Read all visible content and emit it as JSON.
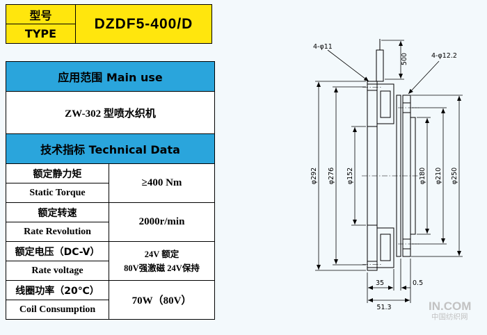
{
  "colors": {
    "yellow": "#ffe60d",
    "blue": "#2aa5dc",
    "border": "#000000",
    "watermark": "#c2c2c2",
    "background": "#f3f9fc"
  },
  "model_table": {
    "label_cn": "型号",
    "label_en": "TYPE",
    "value": "DZDF5-400/D"
  },
  "main_use": {
    "header": "应用范围  Main use",
    "value": "ZW-302 型喷水织机"
  },
  "technical": {
    "header": "技术指标  Technical Data",
    "rows": [
      {
        "cn": "额定静力矩",
        "en": "Static Torque",
        "value": "≥400 Nm"
      },
      {
        "cn": "额定转速",
        "en": "Rate Revolution",
        "value": "2000r/min"
      },
      {
        "cn": "额定电压（DC-V）",
        "en": "Rate voltage",
        "value": "24V 额定",
        "value2": "80V强激磁  24V保持"
      },
      {
        "cn": "线圈功率（20℃）",
        "en": "Coil Consumption",
        "value": "70W（80V）"
      }
    ]
  },
  "drawing": {
    "label_holes_left": "4-φ11",
    "label_lead": "500",
    "label_holes_right": "4-φ12.2",
    "label_dia_292": "φ292",
    "label_dia_276": "φ276",
    "label_dia_152": "φ152",
    "label_dia_180": "φ180",
    "label_dia_210": "φ210",
    "label_dia_250": "φ250",
    "label_width_35": "35",
    "label_gap_0_5": "0.5",
    "label_width_51_3": "51.3",
    "watermark_line1": "IN.COM",
    "watermark_line2": "中国纺织网"
  }
}
